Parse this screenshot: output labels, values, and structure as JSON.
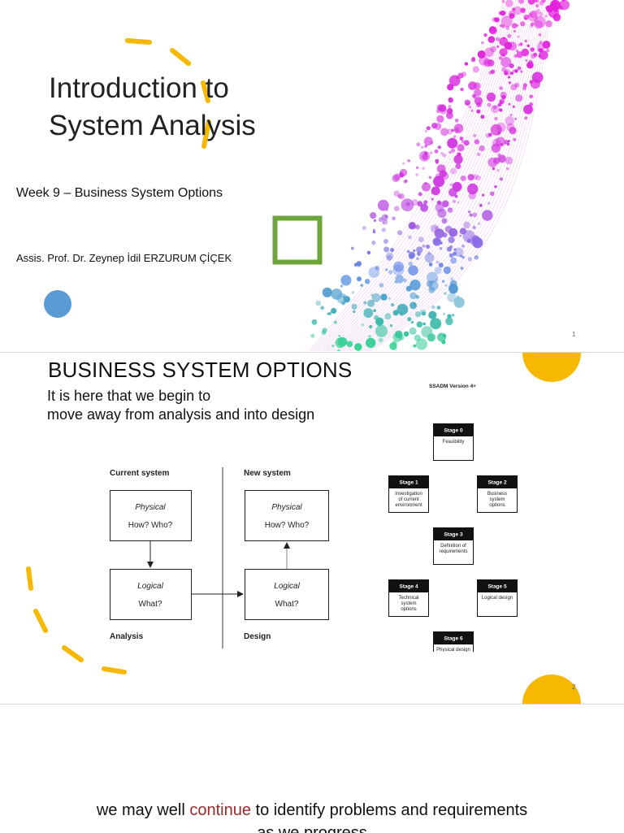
{
  "slide1": {
    "title_line1": "Introduction to",
    "title_line2": "System Analysis",
    "subtitle": "Week 9 – Business System Options",
    "author": "Assis. Prof. Dr. Zeynep İdil ERZURUM ÇİÇEK",
    "page_number": "1"
  },
  "slide2": {
    "title": "BUSINESS SYSTEM OPTIONS",
    "body_line1": "It is here that we begin to",
    "body_line2": "move away from analysis and into design",
    "page_number": "2",
    "diagram": {
      "current_system": "Current system",
      "new_system": "New system",
      "physical": "Physical",
      "how_who": "How? Who?",
      "logical": "Logical",
      "what": "What?",
      "analysis": "Analysis",
      "design": "Design"
    },
    "ssadm": {
      "title": "SSADM Version 4+",
      "stages": [
        {
          "label": "Stage 0",
          "lines": [
            "Feasibility"
          ]
        },
        {
          "label": "Stage 1",
          "lines": [
            "Investigation",
            "of current",
            "environment"
          ]
        },
        {
          "label": "Stage 2",
          "lines": [
            "Business",
            "system",
            "options"
          ]
        },
        {
          "label": "Stage 3",
          "lines": [
            "Definition of",
            "requirements"
          ]
        },
        {
          "label": "Stage 4",
          "lines": [
            "Technical",
            "system",
            "options"
          ]
        },
        {
          "label": "Stage 5",
          "lines": [
            "Logical design"
          ]
        },
        {
          "label": "Stage 6",
          "lines": [
            "Physical design"
          ]
        }
      ]
    }
  },
  "slide3": {
    "text_before": "we may well ",
    "text_accent": "continue",
    "text_after": " to identify problems and requirements",
    "text_line2": "as we progress"
  },
  "colors": {
    "yellow_accent": "#f6b800",
    "green_square": "#6ea53a",
    "blue_dot": "#5b9bd5",
    "magenta": "#e020d8",
    "accent_text": "#9b2a2a"
  }
}
